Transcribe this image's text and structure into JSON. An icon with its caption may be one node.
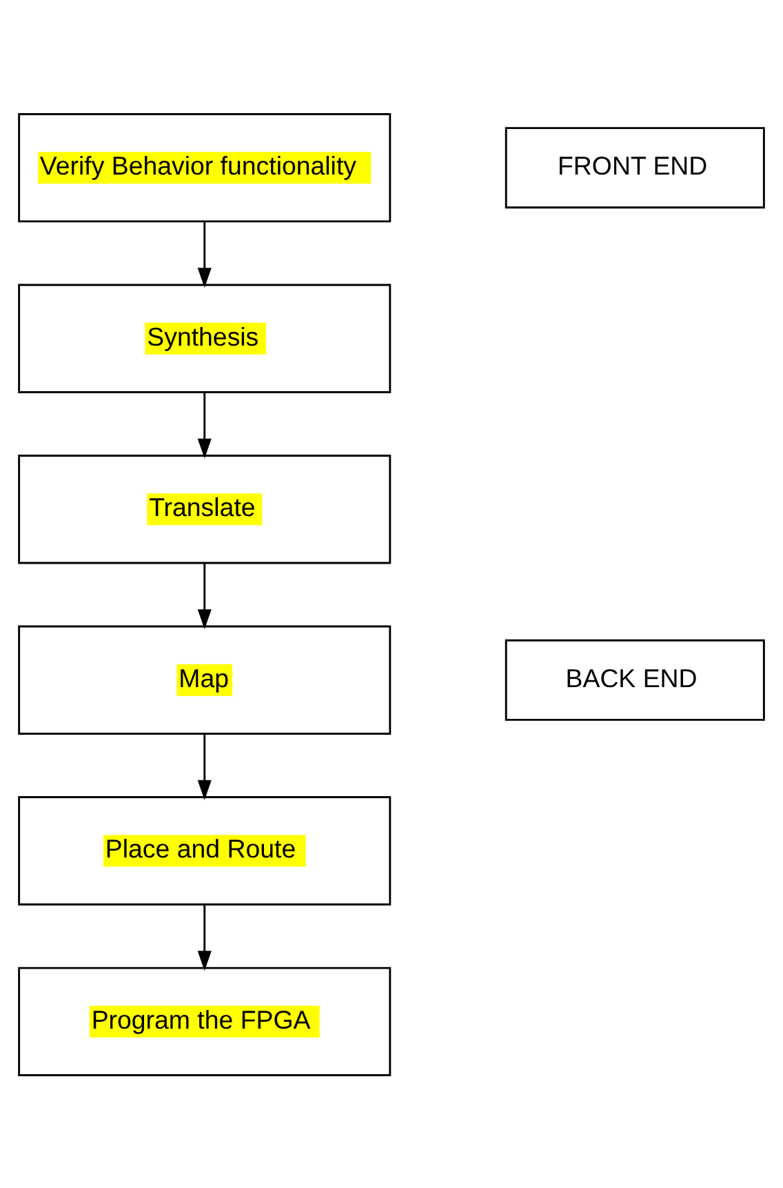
{
  "diagram": {
    "nodes": [
      {
        "text": [
          "Verify Behavior functionality"
        ]
      },
      {
        "text": [
          "Synthesis"
        ]
      },
      {
        "text": [
          "Translate"
        ]
      },
      {
        "text": [
          "Map"
        ]
      },
      {
        "text": [
          "Place and Route"
        ]
      },
      {
        "text": [
          "Program the FPGA"
        ]
      },
      {
        "text": [
          "FRONT END"
        ]
      },
      {
        "text": [
          "BACK END"
        ]
      }
    ],
    "edges": [
      {
        "from": 0,
        "to": 1,
        "arrow": "to"
      },
      {
        "from": 1,
        "to": 2,
        "arrow": "to"
      },
      {
        "from": 2,
        "to": 3,
        "arrow": "to"
      },
      {
        "from": 3,
        "to": 4,
        "arrow": "to"
      },
      {
        "from": 4,
        "to": 5,
        "arrow": "to"
      }
    ]
  }
}
